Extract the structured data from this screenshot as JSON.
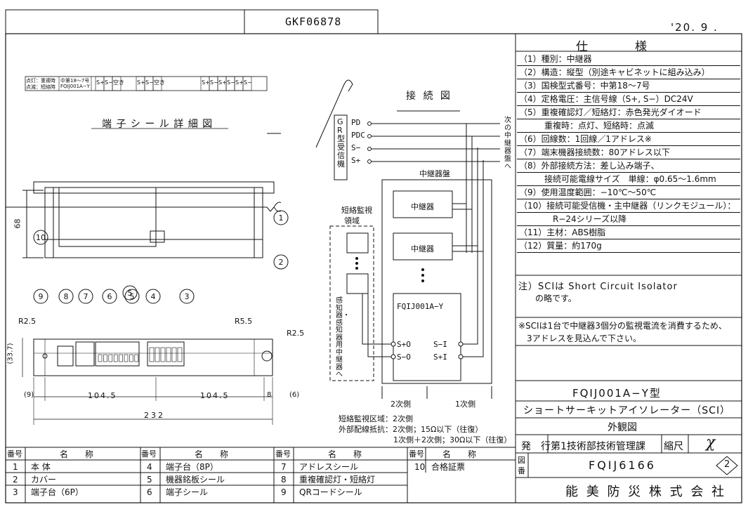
{
  "header": {
    "doc_id": "GKF06878",
    "date": "'20. 9 ."
  },
  "spec": {
    "title": "仕　　　様",
    "items": [
      "（1）種別：中継器",
      "（2）構造：縦型（別途キャビネットに組み込み）",
      "（3）国検型式番号：中第18～7号",
      "（4）定格電圧：主信号線（S+, S−）DC24V",
      "（5）重複確認灯／短絡灯：赤色発光ダイオード",
      "　　　重複時：点灯、短絡時：点滅",
      "（6）回線数：1回線／1アドレス※",
      "（7）端末機器接続数：80アドレス以下",
      "（8）外部接続方法：差し込み端子、",
      "　　　接続可能電線サイズ　単線：φ0.65～1.6mm",
      "（9）使用温度範囲：−10℃～50℃",
      "（10）接続可能受信機・主中継器（リンクモジュール）：",
      "　　　　R−24シリーズ以降",
      "（11）主材：ABS樹脂",
      "（12）質量：約170g"
    ],
    "note1_a": "注）SCIは Short Circuit Isolator",
    "note1_b": "　　の略です。",
    "note2_a": "※SCIは1台で中継器3個分の監視電流を消費するため、",
    "note2_b": "　3アドレスを見込んで下さい。"
  },
  "title_block": {
    "model": "FQIJ001A−Y型",
    "name": "ショートサーキットアイソレーター（SCI）",
    "view": "外観図",
    "issue_label": "発　行",
    "dept": "第1技術部技術管理課",
    "scale_label": "縮尺",
    "scale_value": "χ",
    "drawing_no_label_a": "図",
    "drawing_no_label_b": "番",
    "drawing_no": "FQIJ6166",
    "revision": "2",
    "company": "能 美 防 災 株 式 会 社"
  },
  "terminal_seal": {
    "title": "端 子 シ ー ル 詳 細 図",
    "label_row1": "点灯：重複時",
    "label_row2": "点滅：短絡時",
    "type_no": "中第18～7号",
    "model": "FQIJ001A−Y",
    "cells": [
      "S+",
      "S−",
      "空き",
      "S+",
      "S−",
      "空き",
      "S+",
      "S−",
      "S+",
      "S−",
      "S+",
      "S−"
    ]
  },
  "wiring": {
    "title": "接 続 図",
    "receiver_label": "GR型受信機",
    "terminals": [
      "PD",
      "PDC",
      "S−",
      "S+"
    ],
    "next_panel": "次の中継器盤へ",
    "panel_label": "中継器盤",
    "relay1": "中継器",
    "relay2": "中継器",
    "zone_label_a": "短絡監視",
    "zone_label_b": "領域",
    "sensor_label": "感知器・感知器用中継器へ",
    "device": "FQIJ001A−Y",
    "left_terminals": [
      "S+O",
      "S−O"
    ],
    "right_terminals": [
      "S−I",
      "S+I"
    ],
    "secondary": "2次側",
    "primary": "1次側",
    "note1": "短絡監視区域：2次側",
    "note2": "外部配線抵抗：2次側；15Ω以下（往復）",
    "note3": "1次側＋2次側；30Ω以下（往復）"
  },
  "dimensions": {
    "h68": "68",
    "h33": "(33.7)",
    "r25a": "R2.5",
    "r55": "R5.5",
    "r25b": "R2.5",
    "d9": "(9)",
    "d1045a": "104.5",
    "d1045b": "104.5",
    "d8": "8",
    "d6": "(6)",
    "d232": "232",
    "callouts": [
      "1",
      "2",
      "5",
      "10",
      "9",
      "8",
      "7",
      "6",
      "5",
      "4",
      "3"
    ]
  },
  "parts": {
    "headers": {
      "no": "番号",
      "name": "名　　称"
    },
    "items": [
      {
        "no": "1",
        "name": "本 体"
      },
      {
        "no": "2",
        "name": "カバー"
      },
      {
        "no": "3",
        "name": "端子台（6P）"
      },
      {
        "no": "4",
        "name": "端子台（8P）"
      },
      {
        "no": "5",
        "name": "機器銘板シール"
      },
      {
        "no": "6",
        "name": "端子シール"
      },
      {
        "no": "7",
        "name": "アドレスシール"
      },
      {
        "no": "8",
        "name": "重複確認灯・短絡灯"
      },
      {
        "no": "9",
        "name": "QRコードシール"
      },
      {
        "no": "10",
        "name": "合格証票"
      }
    ]
  }
}
